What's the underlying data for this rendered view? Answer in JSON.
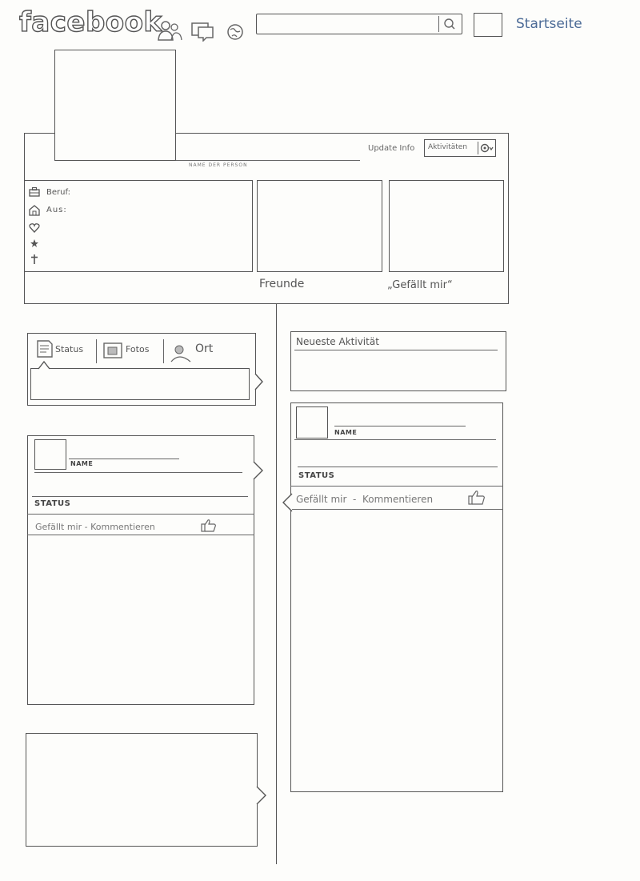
{
  "header": {
    "logo": "facebook",
    "search_placeholder": "",
    "home_link": "Startseite"
  },
  "profile": {
    "name_caption": "NAME DER PERSON",
    "update_info": "Update Info",
    "activities": "Aktivitäten",
    "info_rows": [
      {
        "icon": "briefcase-icon",
        "label": "Beruf:"
      },
      {
        "icon": "house-icon",
        "label": "Aus:"
      },
      {
        "icon": "heart-icon",
        "label": ""
      },
      {
        "icon": "star-icon",
        "label": ""
      },
      {
        "icon": "cross-icon",
        "label": ""
      }
    ],
    "friends_label": "Freunde",
    "likes_label": "„Gefällt mir“"
  },
  "composer": {
    "tabs": [
      {
        "icon": "status-icon",
        "label": "Status"
      },
      {
        "icon": "photos-icon",
        "label": "Fotos"
      },
      {
        "icon": "location-icon",
        "label": "Ort"
      }
    ]
  },
  "recent_activity": {
    "title": "Neueste Aktivität"
  },
  "posts": {
    "left": {
      "name": "NAME",
      "status": "STATUS",
      "actions": "Gefällt mir - Kommentieren"
    },
    "right": {
      "name": "NAME",
      "status": "STATUS",
      "actions": "Gefällt mir  -  Kommentieren"
    }
  }
}
